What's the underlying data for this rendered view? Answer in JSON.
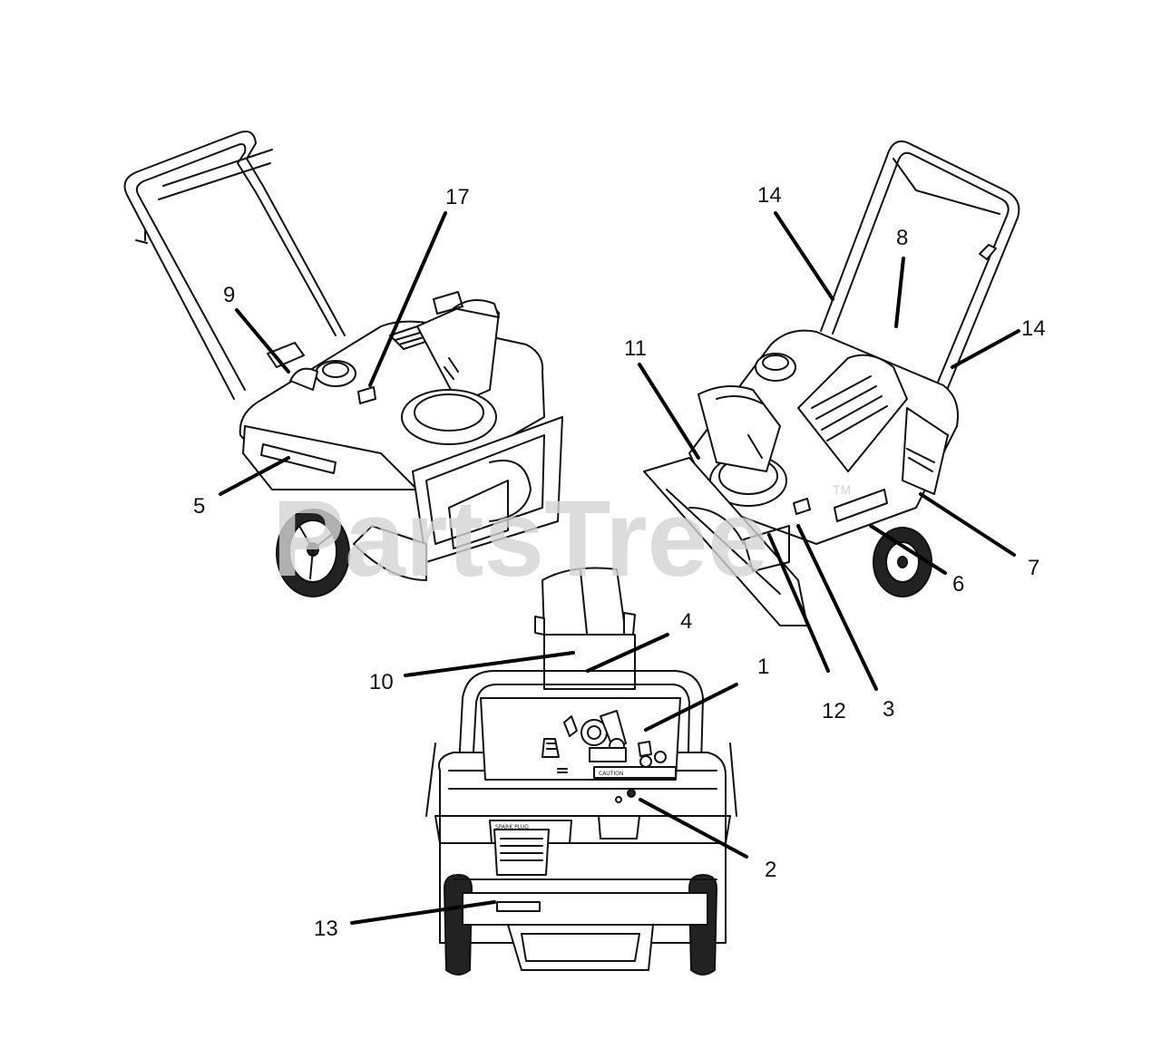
{
  "watermark": {
    "text": "PartsTree",
    "trademark": "TM"
  },
  "callouts": {
    "c17": "17",
    "c9": "9",
    "c5": "5",
    "c14a": "14",
    "c8": "8",
    "c14b": "14",
    "c11": "11",
    "c7": "7",
    "c6": "6",
    "c3": "3",
    "c12": "12",
    "c4": "4",
    "c10": "10",
    "c1": "1",
    "c2": "2",
    "c13": "13"
  },
  "panel_text": {
    "caution": "CAUTION",
    "spark_plug": "SPARK PLUG"
  },
  "colors": {
    "line": "#111111",
    "watermark": "#d4d4d4"
  }
}
